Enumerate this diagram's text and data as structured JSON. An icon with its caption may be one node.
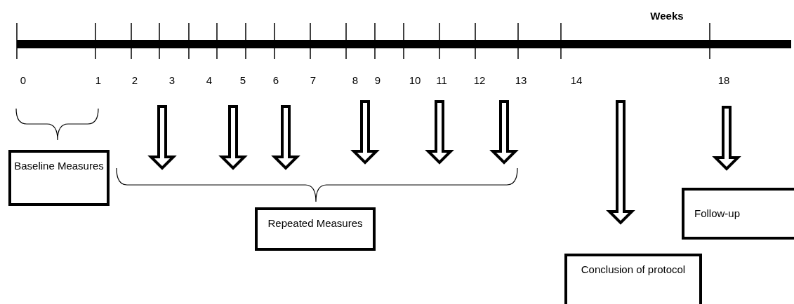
{
  "diagram": {
    "nodes": [
      {
        "text": [
          "Baseline Measures"
        ]
      },
      {
        "text": [
          "Repeated Measures"
        ]
      },
      {
        "text": [
          "Conclusion of protocol"
        ]
      },
      {
        "text": [
          "Follow-up"
        ]
      }
    ],
    "labels": [
      "Weeks",
      "0",
      "1",
      "2",
      "3",
      "4",
      "5",
      "6",
      "7",
      "8",
      "9",
      "10",
      "11",
      "12",
      "13",
      "14",
      "18"
    ]
  }
}
